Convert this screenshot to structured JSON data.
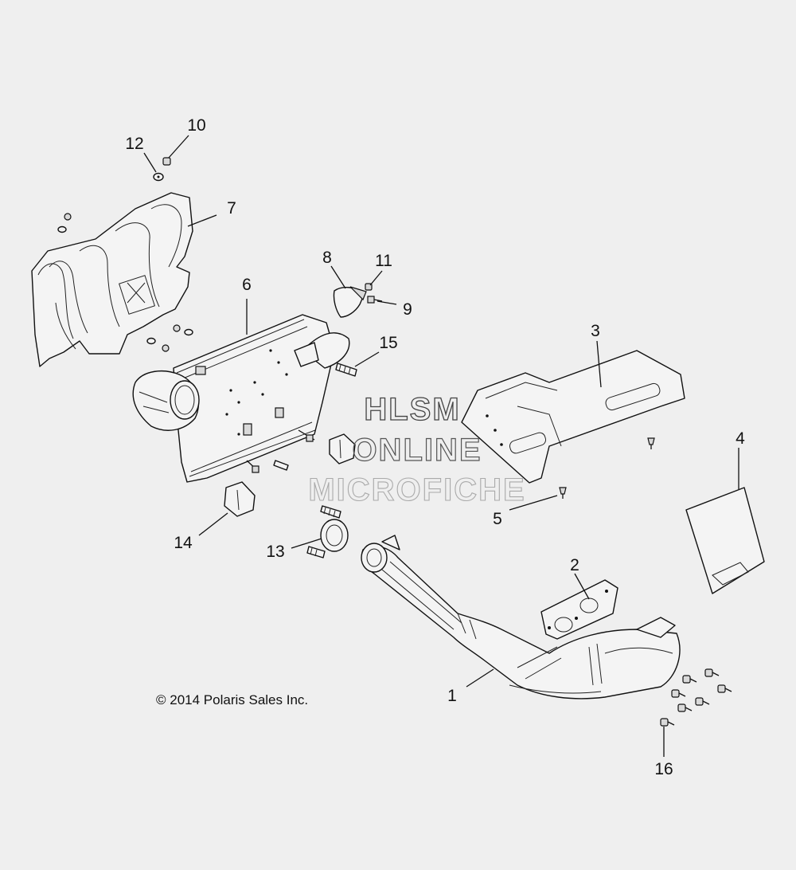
{
  "copyright": "© 2014 Polaris Sales Inc.",
  "watermark": [
    "HLSM",
    "ONLINE",
    "MICROFICHE"
  ],
  "callouts": [
    "1",
    "2",
    "3",
    "4",
    "5",
    "6",
    "7",
    "8",
    "9",
    "10",
    "11",
    "12",
    "13",
    "14",
    "15",
    "16"
  ]
}
